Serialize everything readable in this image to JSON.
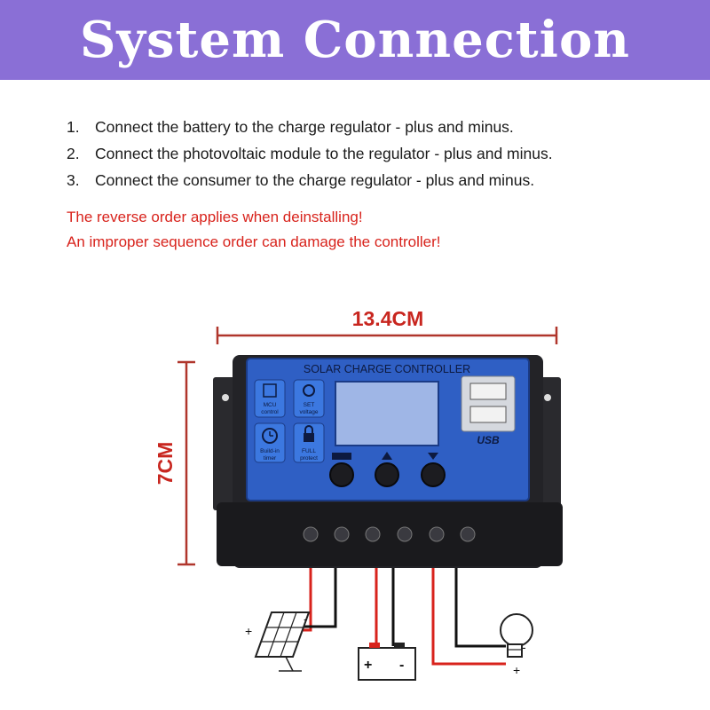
{
  "header": {
    "title": "System Connection"
  },
  "steps": [
    {
      "num": "1.",
      "text": "Connect the battery to the charge regulator - plus and minus."
    },
    {
      "num": "2.",
      "text": "Connect the photovoltaic module to the regulator - plus and minus."
    },
    {
      "num": "3.",
      "text": "Connect the consumer to the charge regulator - plus and minus."
    }
  ],
  "warnings": [
    "The reverse order applies when deinstalling!",
    "An improper sequence order can damage the controller!"
  ],
  "dimensions": {
    "width": "13.4CM",
    "height": "7CM"
  },
  "controller": {
    "title": "SOLAR CHARGE CONTROLLER",
    "features": {
      "mcu": "MCU control",
      "set": "SET voltage",
      "timer": "Build-in timer",
      "protect": "FULL protect"
    },
    "usb_label": "USB"
  },
  "terminals": {
    "plus": "+",
    "minus": "-"
  },
  "colors": {
    "banner": "#8a6fd6",
    "warning": "#d8231c",
    "panel": "#2f5fc4",
    "wire_red": "#d8231c"
  }
}
